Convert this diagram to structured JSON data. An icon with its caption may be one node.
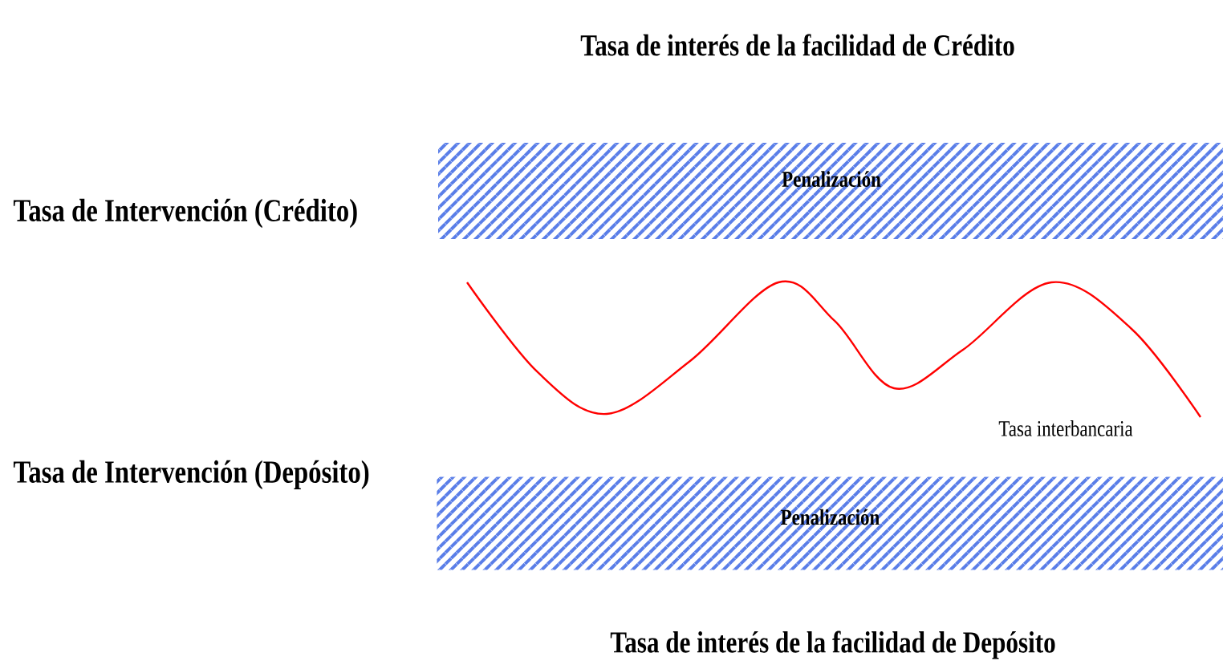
{
  "diagram": {
    "nodes": [
      {
        "text": [
          "Penalización"
        ]
      },
      {
        "text": [
          "Penalización"
        ]
      }
    ],
    "labels": [
      "Tasa de interés de la facilidad de Crédito",
      "Tasa de Intervención (Crédito)",
      "Tasa interbancaria",
      "Tasa de Intervención (Depósito)",
      "Tasa de interés de la facilidad de Depósito"
    ]
  }
}
